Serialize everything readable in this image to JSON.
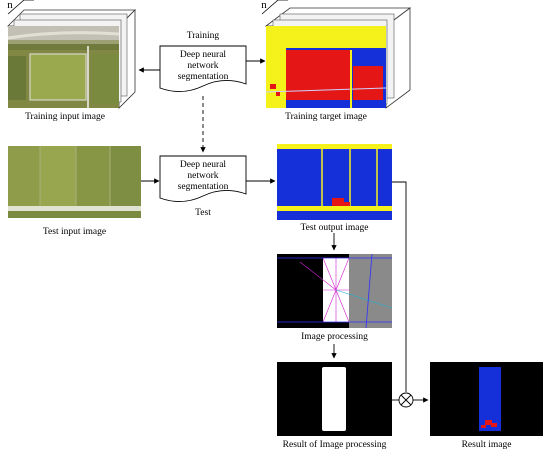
{
  "stack_marker": "n",
  "labels": {
    "training": "Training",
    "test": "Test",
    "training_input": "Training  input image",
    "training_target": "Training  target image",
    "test_input": "Test input image",
    "test_output": "Test  output image",
    "image_processing": "Image processing",
    "result_processing": "Result of Image processing",
    "result_image": "Result image"
  },
  "process_box": {
    "line1": "Deep neural",
    "line2": "network",
    "line3": "segmentation"
  },
  "multiply_symbol": "⊗",
  "colors": {
    "field_green": "#8a9a48",
    "road_gray": "#b9b7ae",
    "seg_blue": "#1530d8",
    "seg_yellow": "#f4f21a",
    "seg_red": "#e41616",
    "mask_black": "#000000",
    "mask_white": "#ffffff"
  }
}
